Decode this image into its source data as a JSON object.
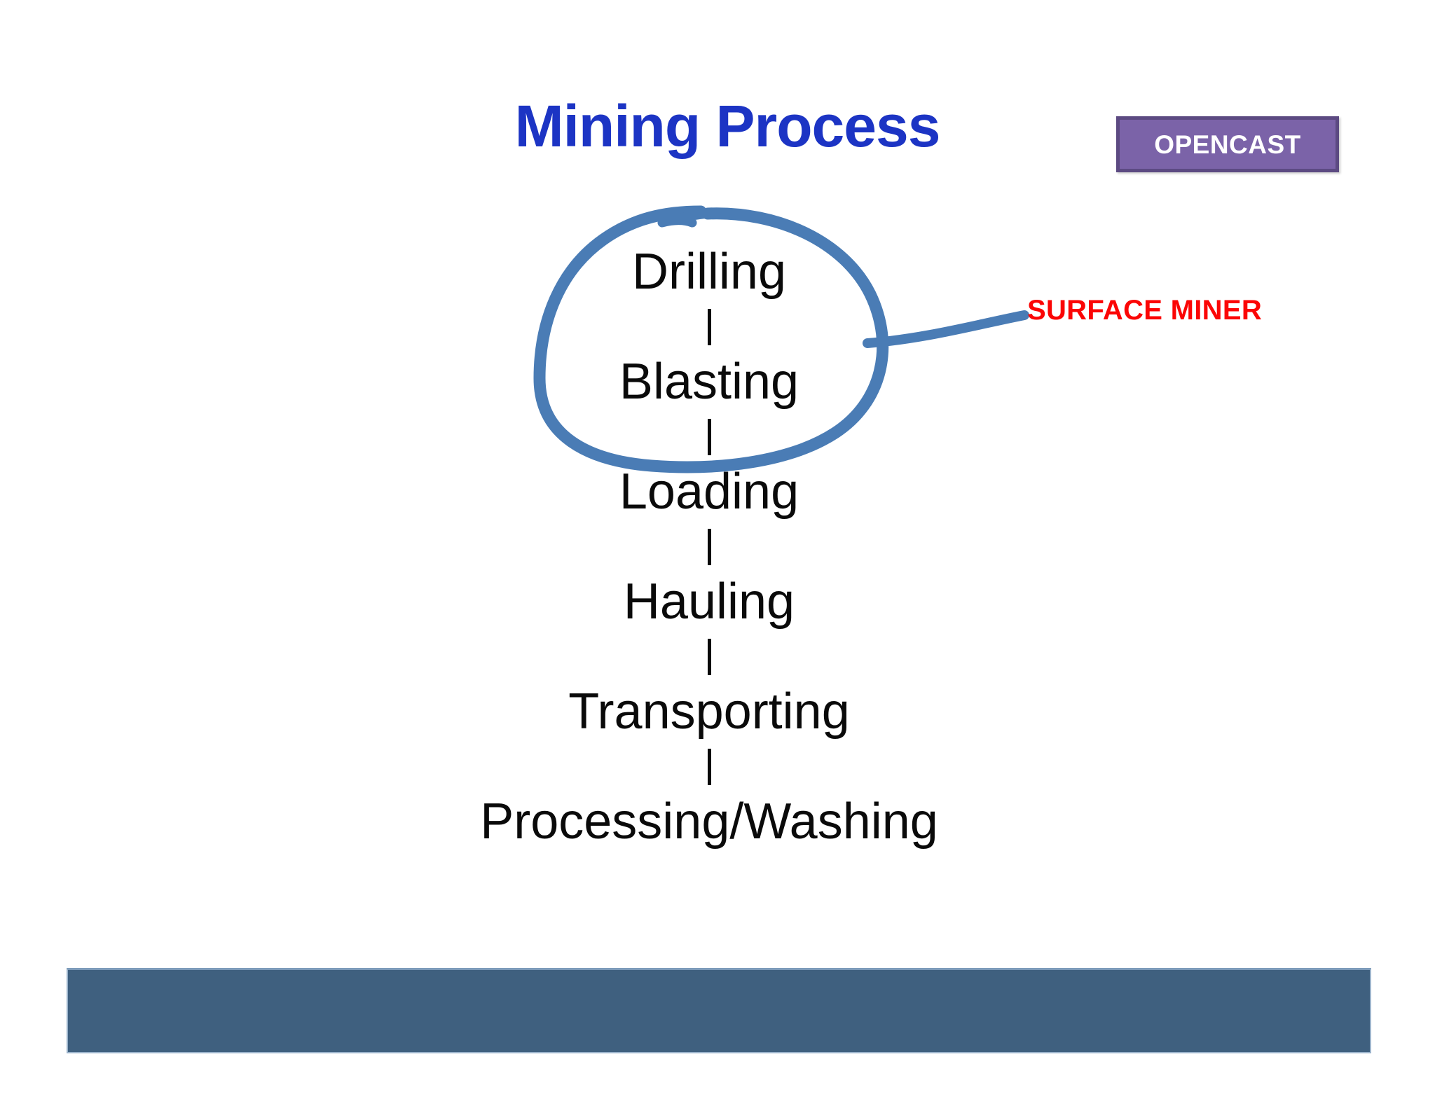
{
  "slide": {
    "title": "Mining Process",
    "title_color": "#1c34c4",
    "background_color": "#ffffff"
  },
  "badge": {
    "label": "OPENCAST",
    "fill_color": "#7b63a8",
    "border_color": "#5c4a82",
    "text_color": "#ffffff"
  },
  "flow": {
    "connector_glyph": "|",
    "steps": [
      {
        "label": "Drilling"
      },
      {
        "label": "Blasting"
      },
      {
        "label": "Loading"
      },
      {
        "label": "Hauling"
      },
      {
        "label": "Transporting"
      },
      {
        "label": "Processing/Washing"
      }
    ]
  },
  "annotation": {
    "circle_color": "#4a7cb5",
    "leader_color": "#4a7cb5",
    "callout_label": "SURFACE MINER",
    "callout_color": "#fb0505",
    "circled_steps": [
      "Drilling",
      "Blasting"
    ]
  },
  "footer": {
    "fill_color": "#3f607f",
    "border_color": "#9bb3cb"
  }
}
